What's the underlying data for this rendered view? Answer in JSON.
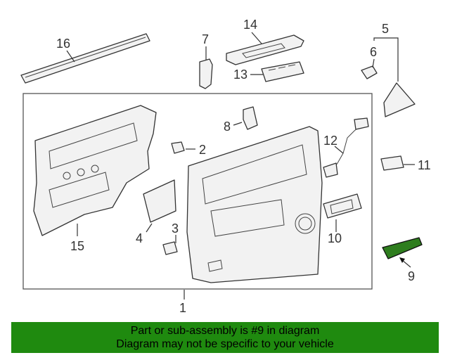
{
  "colors": {
    "highlight": "#2e7d1e",
    "banner_bg": "#1f8a0f",
    "line": "#333333",
    "part_fill": "#f2f2f2"
  },
  "callouts": {
    "c1": "1",
    "c2": "2",
    "c3": "3",
    "c4": "4",
    "c5": "5",
    "c6": "6",
    "c7": "7",
    "c8": "8",
    "c9": "9",
    "c10": "10",
    "c11": "11",
    "c12": "12",
    "c13": "13",
    "c14": "14",
    "c15": "15",
    "c16": "16"
  },
  "banner": {
    "line1": "Part or sub-assembly is #9 in diagram",
    "line2": "Diagram may not be specific to your vehicle"
  }
}
